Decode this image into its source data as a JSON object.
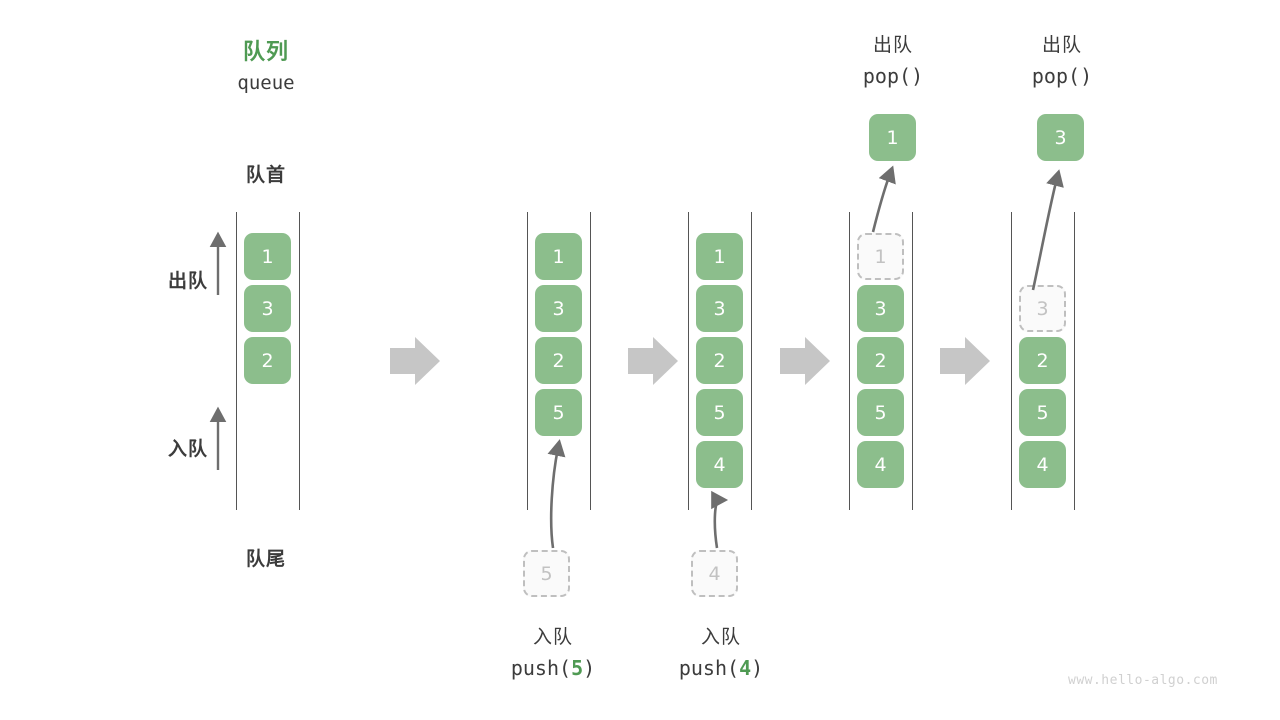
{
  "header": {
    "title_cn": "队列",
    "title_code": "queue",
    "front_label": "队首",
    "rear_label": "队尾",
    "dequeue_label": "出队",
    "enqueue_label": "入队"
  },
  "colors": {
    "cell_green": "#8cbe8c",
    "title_green": "#4f9a53",
    "ghost_border": "#bfbfbf",
    "ghost_fill": "#fafafa",
    "rail": "#555555",
    "arrow_gray": "#c6c6c6",
    "curve_arrow": "#6e6e6e",
    "text": "#3c3c3c",
    "watermark": "#d0d0d0"
  },
  "steps": [
    {
      "id": "initial",
      "op_cn": "",
      "op_code": "",
      "cells": [
        {
          "value": "1",
          "state": "filled"
        },
        {
          "value": "3",
          "state": "filled"
        },
        {
          "value": "2",
          "state": "filled"
        }
      ],
      "incoming": null,
      "popped": null
    },
    {
      "id": "push-5",
      "op_cn": "入队",
      "op_code_prefix": "push(",
      "op_code_arg": "5",
      "op_code_suffix": ")",
      "cells": [
        {
          "value": "1",
          "state": "filled"
        },
        {
          "value": "3",
          "state": "filled"
        },
        {
          "value": "2",
          "state": "filled"
        },
        {
          "value": "5",
          "state": "filled"
        }
      ],
      "incoming": {
        "value": "5",
        "state": "ghost"
      },
      "popped": null
    },
    {
      "id": "push-4",
      "op_cn": "入队",
      "op_code_prefix": "push(",
      "op_code_arg": "4",
      "op_code_suffix": ")",
      "cells": [
        {
          "value": "1",
          "state": "filled"
        },
        {
          "value": "3",
          "state": "filled"
        },
        {
          "value": "2",
          "state": "filled"
        },
        {
          "value": "5",
          "state": "filled"
        },
        {
          "value": "4",
          "state": "filled"
        }
      ],
      "incoming": {
        "value": "4",
        "state": "ghost"
      },
      "popped": null
    },
    {
      "id": "pop-1",
      "op_cn": "出队",
      "op_code_prefix": "pop(",
      "op_code_arg": "",
      "op_code_suffix": ")",
      "cells": [
        {
          "value": "1",
          "state": "ghost"
        },
        {
          "value": "3",
          "state": "filled"
        },
        {
          "value": "2",
          "state": "filled"
        },
        {
          "value": "5",
          "state": "filled"
        },
        {
          "value": "4",
          "state": "filled"
        }
      ],
      "incoming": null,
      "popped": {
        "value": "1",
        "state": "filled"
      }
    },
    {
      "id": "pop-3",
      "op_cn": "出队",
      "op_code_prefix": "pop(",
      "op_code_arg": "",
      "op_code_suffix": ")",
      "cells": [
        {
          "value": "",
          "state": "empty"
        },
        {
          "value": "3",
          "state": "ghost"
        },
        {
          "value": "2",
          "state": "filled"
        },
        {
          "value": "5",
          "state": "filled"
        },
        {
          "value": "4",
          "state": "filled"
        }
      ],
      "incoming": null,
      "popped": {
        "value": "3",
        "state": "filled"
      }
    }
  ],
  "transition_arrows": 4,
  "watermark": "www.hello-algo.com"
}
